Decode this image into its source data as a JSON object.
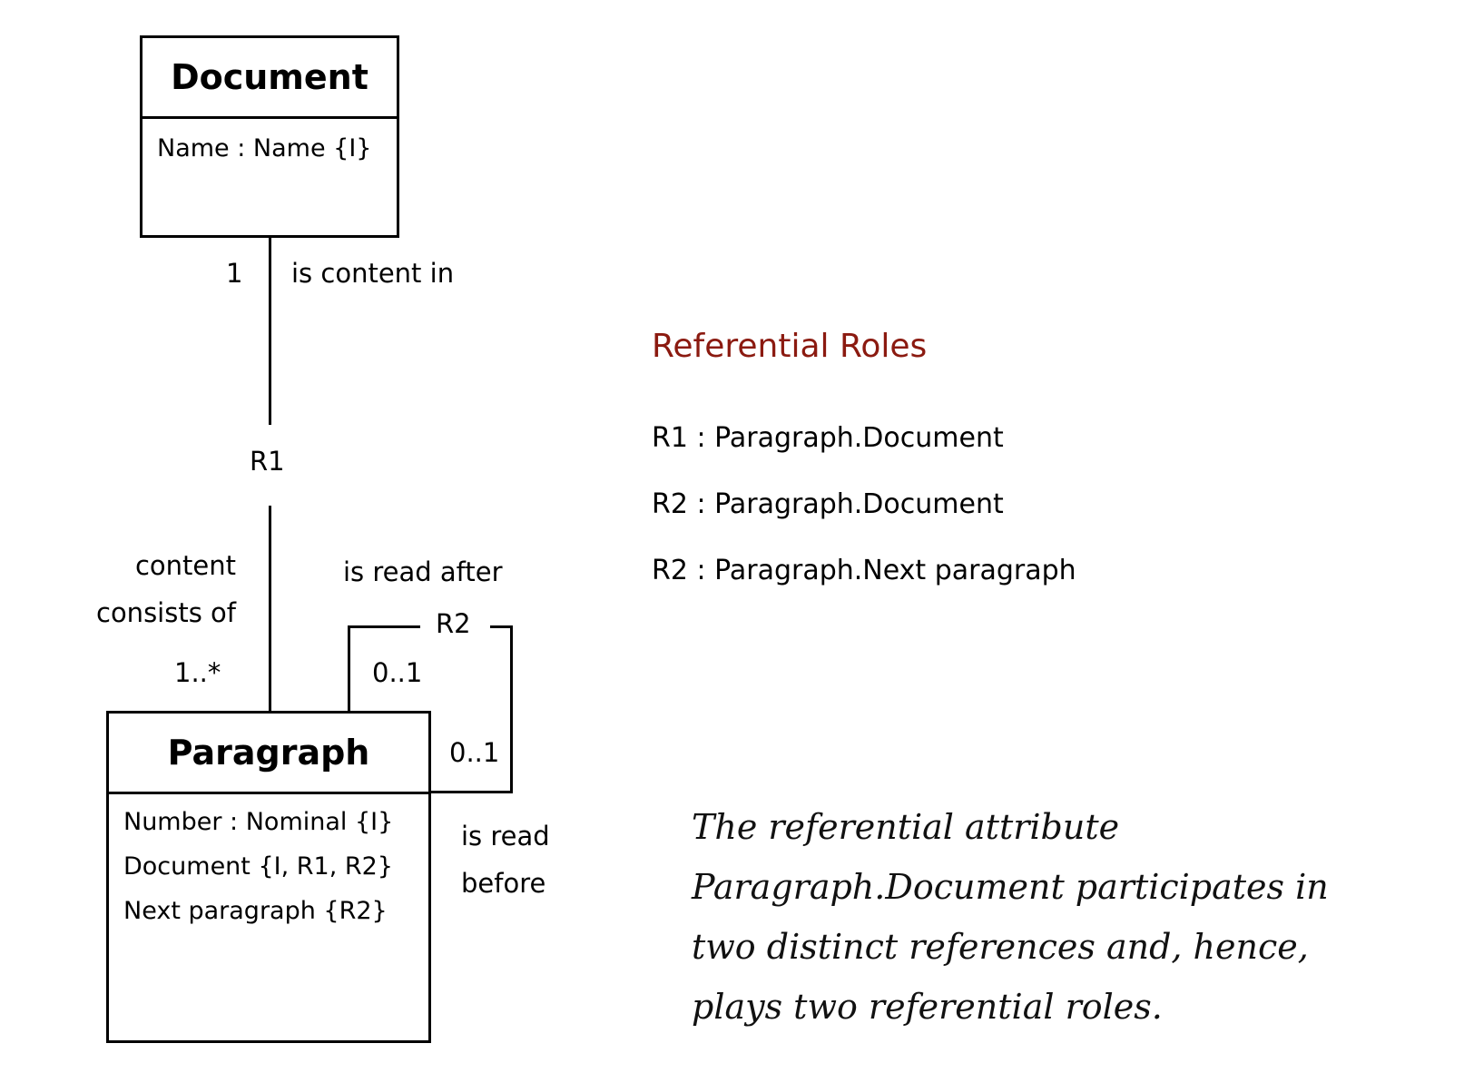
{
  "document_class": {
    "name": "Document",
    "attributes": [
      "Name : Name  {I}"
    ]
  },
  "paragraph_class": {
    "name": "Paragraph",
    "attributes": [
      "Number : Nominal  {I}",
      "Document {I, R1, R2}",
      "Next paragraph {R2}"
    ]
  },
  "r1": {
    "id": "R1",
    "doc_multiplicity": "1",
    "doc_phrase": "is content in",
    "para_phrase_line1": "content",
    "para_phrase_line2": "consists of",
    "para_multiplicity": "1..*"
  },
  "r2": {
    "id": "R2",
    "after_phrase": "is read after",
    "after_multiplicity": "0..1",
    "before_multiplicity": "0..1",
    "before_phrase_line1": "is read",
    "before_phrase_line2": "before"
  },
  "referential_roles": {
    "title": "Referential Roles",
    "items": [
      "R1 : Paragraph.Document",
      "R2 : Paragraph.Document",
      "R2 : Paragraph.Next paragraph"
    ]
  },
  "note": {
    "lines": [
      "The referential attribute",
      "Paragraph.Document participates in",
      "two distinct references and, hence,",
      "plays two referential roles."
    ]
  },
  "colors": {
    "roles_title": "#8b1a10",
    "lines": "#000000"
  }
}
